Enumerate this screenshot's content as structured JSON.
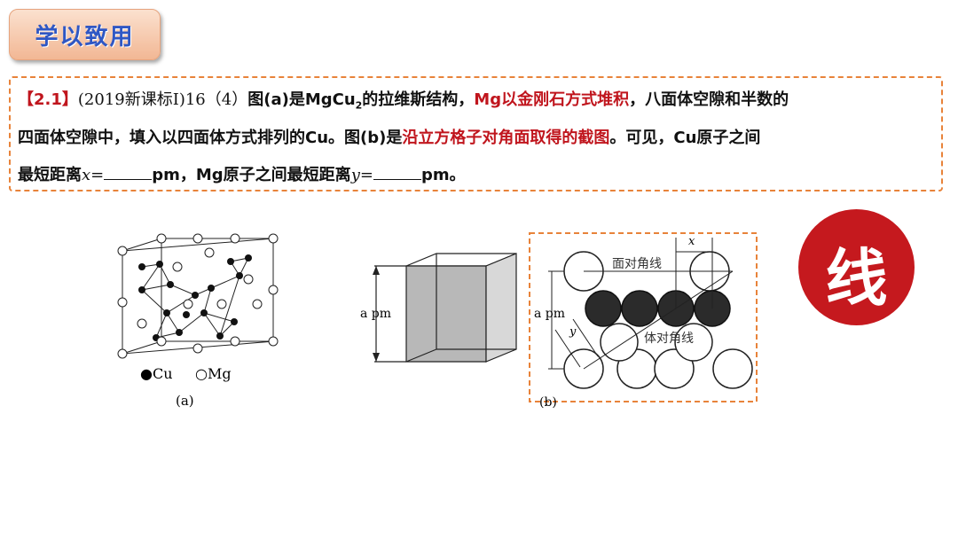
{
  "badge": {
    "title": "学以致用"
  },
  "question": {
    "number": "【2.1】",
    "source": "(2019新课标I)16（4）",
    "l1_a": "图(a)是MgCu",
    "l1_sub": "2",
    "l1_b": "的拉维斯结构，",
    "l1_red": "Mg以金刚石方式堆积",
    "l1_c": "，八面体空隙和半数的",
    "l2_a": "四面体空隙中，填入以四面体方式排列的Cu。图(b)是",
    "l2_red": "沿立方格子对角面取得的截图",
    "l2_b": "。可见，Cu原子之间",
    "l3_a": "最短距离",
    "l3_x": "x",
    "l3_eq1": "=",
    "l3_pm1": "pm，Mg原子之间最短距离",
    "l3_y": "y",
    "l3_eq2": "=",
    "l3_pm2": "pm。"
  },
  "figure_a": {
    "legend_cu": "●Cu",
    "legend_mg": "○Mg",
    "caption": "(a)"
  },
  "figure_cube": {
    "label": "a pm"
  },
  "figure_b": {
    "label_x": "x",
    "label_face": "面对角线",
    "label_apm": "a pm",
    "label_y": "y",
    "label_body": "体对角线",
    "caption": "(b)"
  },
  "stamp": {
    "text": "线"
  }
}
